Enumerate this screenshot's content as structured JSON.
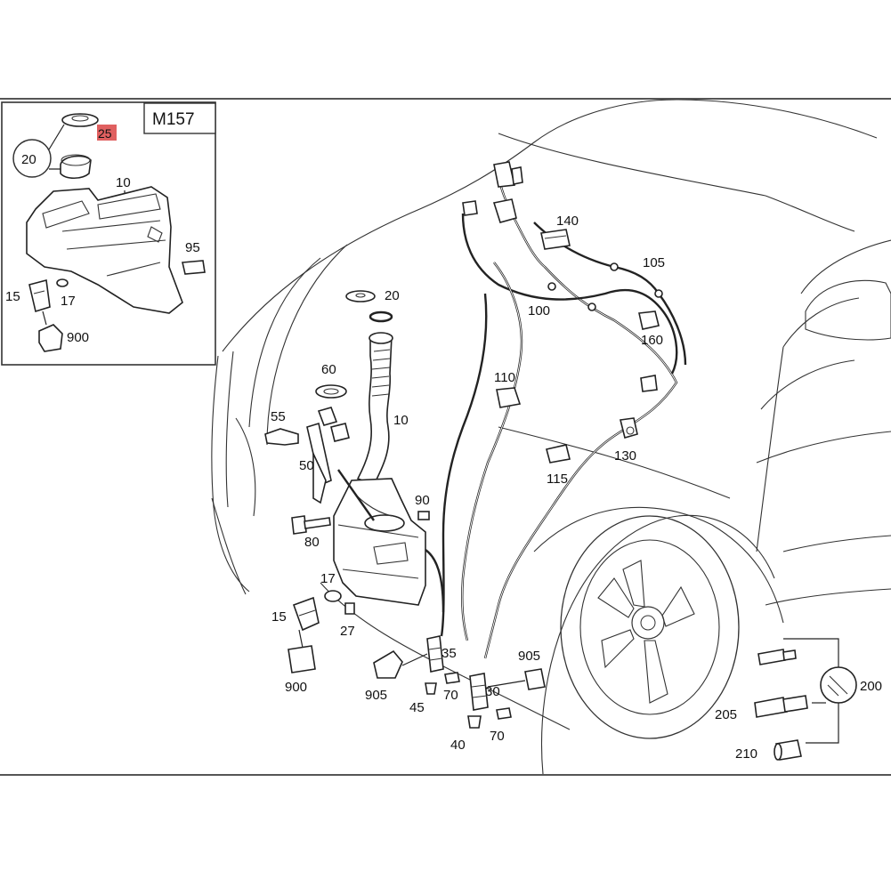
{
  "inset": {
    "model": "M157",
    "labels": {
      "cap": "20",
      "seal": "25",
      "tank": "10",
      "grommet": "95",
      "pump": "15",
      "washer": "17",
      "connector": "900"
    }
  },
  "callouts": {
    "c20": "20",
    "c60": "60",
    "c55": "55",
    "c10": "10",
    "c50": "50",
    "c90": "90",
    "c80": "80",
    "c17": "17",
    "c15": "15",
    "c27": "27",
    "c900": "900",
    "c35": "35",
    "c905a": "905",
    "c905b": "905",
    "c45": "45",
    "c70a": "70",
    "c30": "30",
    "c40": "40",
    "c70b": "70",
    "c140": "140",
    "c105": "105",
    "c100": "100",
    "c160": "160",
    "c110": "110",
    "c130": "130",
    "c115": "115",
    "c200": "200",
    "c205": "205",
    "c210": "210"
  },
  "colors": {
    "highlight": "#e06060",
    "line": "#222222",
    "frame": "#555555"
  }
}
